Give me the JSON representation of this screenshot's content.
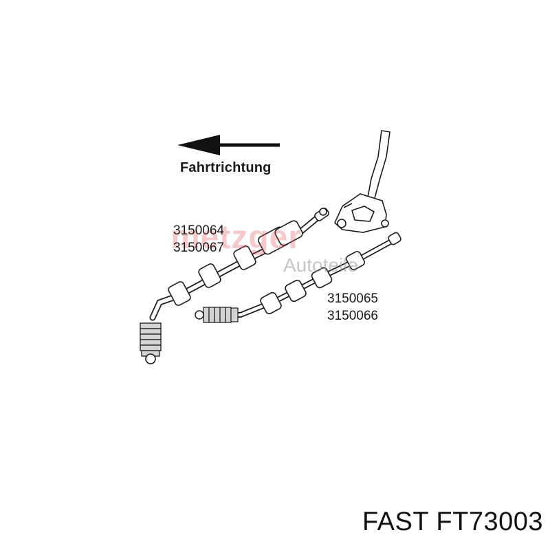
{
  "diagram": {
    "direction_label": "Fahrtrichtung",
    "part_numbers_left": [
      "3150064",
      "3150067"
    ],
    "part_numbers_right": [
      "3150065",
      "3150066"
    ]
  },
  "watermark": {
    "brand": "metzger",
    "sub": "Autoteile",
    "color": "#e35b5b"
  },
  "footer": {
    "text": "FAST FT73003"
  },
  "colors": {
    "line": "#1a1a1a",
    "boot_fill": "#d4d4d4",
    "background": "#ffffff"
  }
}
